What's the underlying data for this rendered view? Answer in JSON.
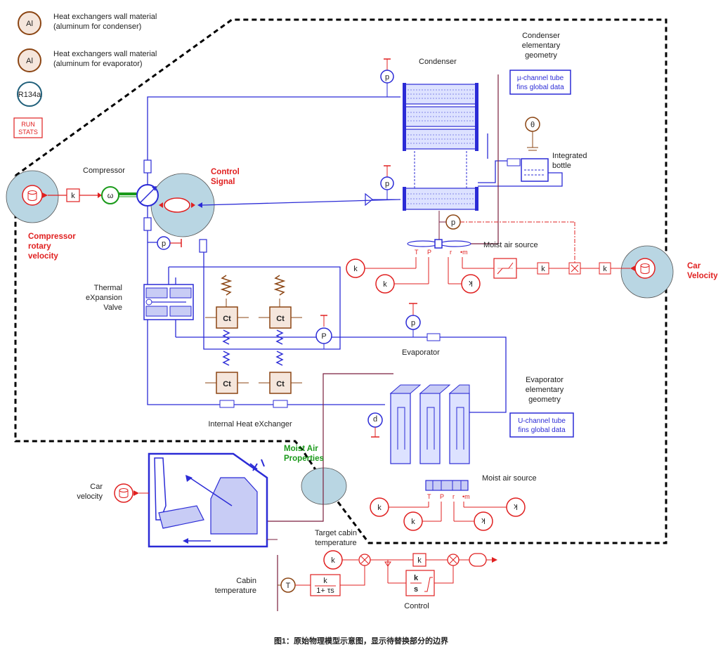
{
  "legend": {
    "al_symbol": "Al",
    "wall_condenser_line1": "Heat exchangers wall material",
    "wall_condenser_line2": "(aluminum for condenser)",
    "wall_evaporator_line1": "Heat exchangers wall material",
    "wall_evaporator_line2": "(aluminum for evaporator)",
    "refrigerant": "R134a",
    "run_stats_line1": "RUN",
    "run_stats_line2": "STATS"
  },
  "labels": {
    "compressor": "Compressor",
    "control_signal_line1": "Control",
    "control_signal_line2": "Signal",
    "compressor_velocity_line1": "Compressor",
    "compressor_velocity_line2": "rotary",
    "compressor_velocity_line3": "velocity",
    "condenser": "Condenser",
    "condenser_geometry_line1": "Condenser",
    "condenser_geometry_line2": "elementary",
    "condenser_geometry_line3": "geometry",
    "condenser_box_line1": "µ-channel tube",
    "condenser_box_line2": "fins global data",
    "integrated_bottle_line1": "Integrated",
    "integrated_bottle_line2": "bottle",
    "moist_air_source_top": "Moist air source",
    "car_velocity_right_line1": "Car",
    "car_velocity_right_line2": "Velocity",
    "txv_line1": "Thermal",
    "txv_line2": "eXpansion",
    "txv_line3": "Valve",
    "evaporator": "Evaporator",
    "evaporator_geometry_line1": "Evaporator",
    "evaporator_geometry_line2": "elementary",
    "evaporator_geometry_line3": "geometry",
    "evaporator_box_line1": "U-channel tube",
    "evaporator_box_line2": "fins global data",
    "ihx": "Internal Heat eXchanger",
    "moist_air_props_line1": "Moist Air",
    "moist_air_props_line2": "Properties",
    "moist_air_source_bottom": "Moist air source",
    "car_velocity_left_line1": "Car",
    "car_velocity_left_line2": "velocity",
    "target_cabin_line1": "Target cabin",
    "target_cabin_line2": "temperature",
    "cabin_temp_line1": "Cabin",
    "cabin_temp_line2": "temperature",
    "control": "Control"
  },
  "symbols": {
    "gain": "k",
    "omega": "ω",
    "pressure": "p",
    "temperature": "T",
    "theta": "θ",
    "ct": "Ct",
    "p_big": "P",
    "transfer_num": "k",
    "transfer_den": "1+ τs",
    "pi_num": "k",
    "pi_den": "s",
    "port_T": "T",
    "port_P": "P",
    "port_r": "r",
    "port_m": "•m"
  },
  "caption": "图1：原始物理模型示意图，显示待替换部分的边界",
  "colors": {
    "hydraulic": "#2b2bd6",
    "signal": "#e02020",
    "thermal": "#8b4513",
    "mechanical": "#1a9a1a",
    "air": "#7a1f3d",
    "highlight": "#b9d6e3",
    "boundary": "#000000"
  }
}
